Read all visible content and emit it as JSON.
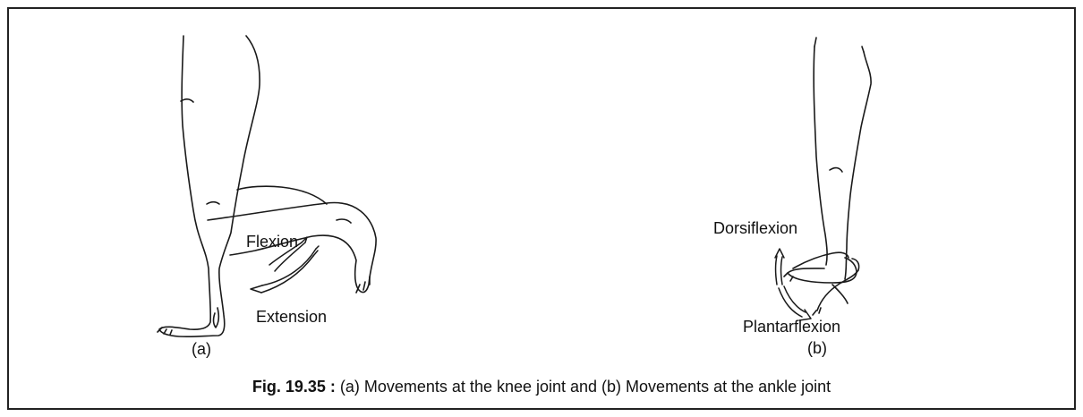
{
  "figure": {
    "panel_a": {
      "letter": "(a)",
      "labels": {
        "flexion": "Flexion",
        "extension": "Extension"
      }
    },
    "panel_b": {
      "letter": "(b)",
      "labels": {
        "dorsiflexion": "Dorsiflexion",
        "plantarflexion": "Plantarflexion"
      }
    },
    "caption": {
      "number": "Fig. 19.35 :",
      "text": "(a) Movements at the knee joint and (b) Movements at the ankle joint"
    }
  }
}
